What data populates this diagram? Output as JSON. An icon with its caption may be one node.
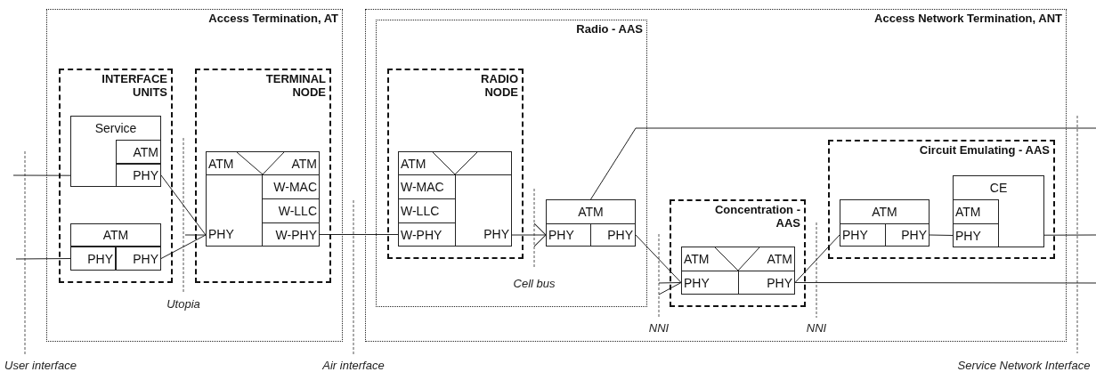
{
  "diagram": {
    "nodes": [
      {
        "text": [
          "Access Termination, AT"
        ]
      },
      {
        "text": [
          "INTERFACE UNITS"
        ],
        "in": 0
      },
      {
        "text": [
          "Service"
        ],
        "in": 1
      },
      {
        "text": [
          "ATM"
        ],
        "in": 2
      },
      {
        "text": [
          "PHY"
        ],
        "in": 2
      },
      {
        "text": [
          "ATM"
        ],
        "in": 1
      },
      {
        "text": [
          "PHY"
        ],
        "in": 1
      },
      {
        "text": [
          "PHY"
        ],
        "in": 1
      },
      {
        "text": [
          "TERMINAL NODE"
        ],
        "in": 0
      },
      {
        "text": [
          "ATM",
          "ATM"
        ],
        "in": 8
      },
      {
        "text": [
          "PHY"
        ],
        "in": 8
      },
      {
        "text": [
          "W-MAC"
        ],
        "in": 8
      },
      {
        "text": [
          "W-LLC"
        ],
        "in": 8
      },
      {
        "text": [
          "W-PHY"
        ],
        "in": 8
      },
      {
        "text": [
          "Access Network Termination, ANT"
        ]
      },
      {
        "text": [
          "Radio - AAS"
        ],
        "in": 14
      },
      {
        "text": [
          "RADIO NODE"
        ],
        "in": 15
      },
      {
        "text": [
          "ATM"
        ],
        "in": 16
      },
      {
        "text": [
          "W-MAC"
        ],
        "in": 16
      },
      {
        "text": [
          "W-LLC"
        ],
        "in": 16
      },
      {
        "text": [
          "W-PHY"
        ],
        "in": 16
      },
      {
        "text": [
          "PHY"
        ],
        "in": 16
      },
      {
        "text": [
          "ATM"
        ],
        "in": 15
      },
      {
        "text": [
          "PHY"
        ],
        "in": 15
      },
      {
        "text": [
          "PHY"
        ],
        "in": 15
      },
      {
        "text": [
          "Concentration - AAS"
        ],
        "in": 14
      },
      {
        "text": [
          "ATM",
          "ATM"
        ],
        "in": 25
      },
      {
        "text": [
          "PHY"
        ],
        "in": 25
      },
      {
        "text": [
          "PHY"
        ],
        "in": 25
      },
      {
        "text": [
          "Circuit Emulating - AAS"
        ],
        "in": 14
      },
      {
        "text": [
          "ATM"
        ],
        "in": 29
      },
      {
        "text": [
          "PHY"
        ],
        "in": 29
      },
      {
        "text": [
          "PHY"
        ],
        "in": 29
      },
      {
        "text": [
          "CE"
        ],
        "in": 29
      },
      {
        "text": [
          "ATM"
        ],
        "in": 33
      },
      {
        "text": [
          "PHY"
        ],
        "in": 33
      }
    ],
    "edges": [
      {
        "from": null,
        "to": 2,
        "arrow": "none"
      },
      {
        "from": null,
        "to": 6,
        "arrow": "none"
      },
      {
        "from": 4,
        "to": 10,
        "arrow": "none"
      },
      {
        "from": 7,
        "to": 10,
        "arrow": "none"
      },
      {
        "from": null,
        "to": 10,
        "arrow": "none"
      },
      {
        "from": 13,
        "to": 20,
        "arrow": "none"
      },
      {
        "from": 21,
        "to": 23,
        "arrow": "to"
      },
      {
        "from": 22,
        "to": null,
        "arrow": "none"
      },
      {
        "from": 24,
        "to": 27,
        "arrow": "none"
      },
      {
        "from": null,
        "to": 27,
        "arrow": "none"
      },
      {
        "from": null,
        "to": 27,
        "arrow": "none"
      },
      {
        "from": 28,
        "to": 31,
        "arrow": "none"
      },
      {
        "from": 28,
        "to": null,
        "arrow": "none"
      },
      {
        "from": 32,
        "to": 35,
        "arrow": "none"
      },
      {
        "from": 33,
        "to": null,
        "arrow": "none"
      }
    ],
    "labels": [
      "Utopia",
      "Cell bus",
      "NNI",
      "NNI",
      "User interface",
      "Air interface",
      "Service Network Interface"
    ]
  }
}
